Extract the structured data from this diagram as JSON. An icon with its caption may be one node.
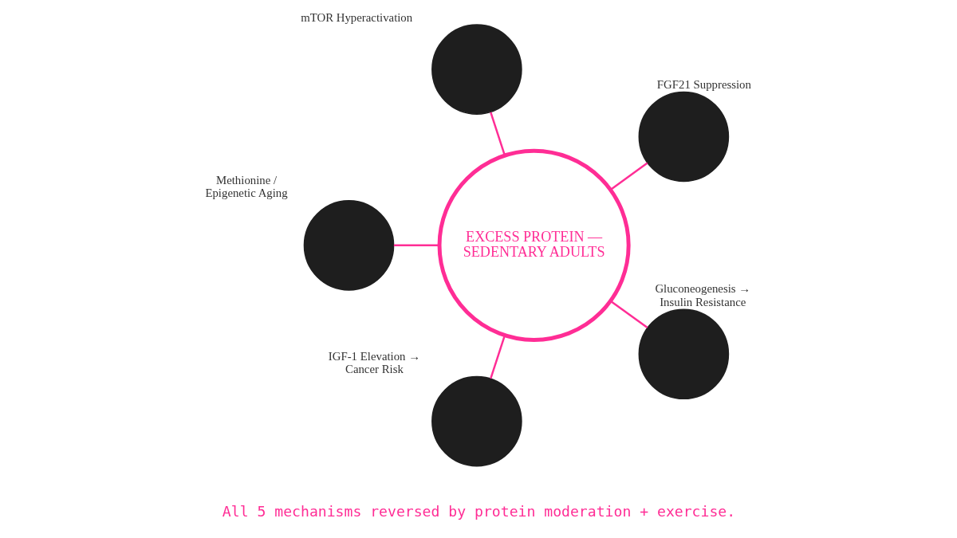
{
  "diagram": {
    "caption": "All 5 mechanisms reversed by protein moderation + exercise.",
    "nodes": [
      {
        "text": [
          "EXCESS PROTEIN — SEDENTARY ADULTS"
        ]
      },
      {
        "text": [
          "FGF21 Suppression"
        ]
      },
      {
        "text": [
          "mTOR Hyperactivation"
        ]
      },
      {
        "text": [
          "Methionine / Epigenetic Aging"
        ]
      },
      {
        "text": [
          "IGF-1 Elevation → Cancer Risk"
        ]
      },
      {
        "text": [
          "Gluconeogenesis → Insulin Resistance"
        ]
      }
    ],
    "edges": [
      {
        "from": 0,
        "to": 1,
        "arrow": "none"
      },
      {
        "from": 0,
        "to": 2,
        "arrow": "none"
      },
      {
        "from": 0,
        "to": 3,
        "arrow": "none"
      },
      {
        "from": 0,
        "to": 4,
        "arrow": "none"
      },
      {
        "from": 0,
        "to": 5,
        "arrow": "none"
      }
    ]
  }
}
